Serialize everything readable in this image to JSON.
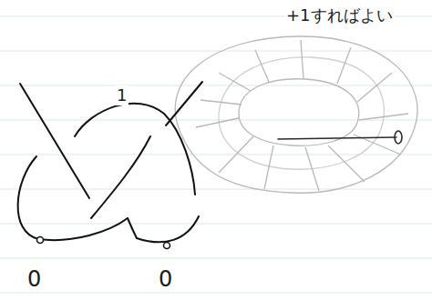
{
  "diagram": {
    "labels": [
      "+1すればよい",
      "1",
      "0",
      "0"
    ]
  }
}
